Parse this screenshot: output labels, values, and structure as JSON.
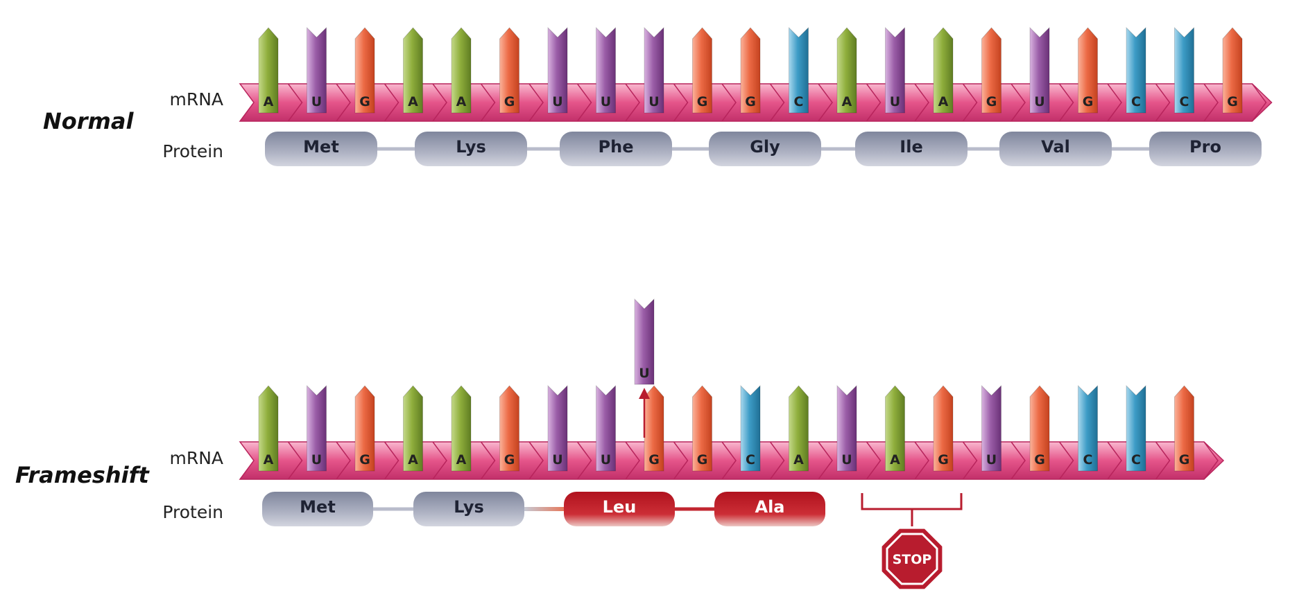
{
  "normal": {
    "title": "Normal",
    "mrna_label": "mRNA",
    "protein_label": "Protein",
    "bases": [
      "A",
      "U",
      "G",
      "A",
      "A",
      "G",
      "U",
      "U",
      "U",
      "G",
      "G",
      "C",
      "A",
      "U",
      "A",
      "G",
      "U",
      "G",
      "C",
      "C",
      "G"
    ],
    "amino_acids": [
      {
        "label": "Met",
        "status": "normal"
      },
      {
        "label": "Lys",
        "status": "normal"
      },
      {
        "label": "Phe",
        "status": "normal"
      },
      {
        "label": "Gly",
        "status": "normal"
      },
      {
        "label": "Ile",
        "status": "normal"
      },
      {
        "label": "Val",
        "status": "normal"
      },
      {
        "label": "Pro",
        "status": "normal"
      }
    ]
  },
  "frameshift": {
    "title": "Frameshift",
    "mrna_label": "mRNA",
    "protein_label": "Protein",
    "bases": [
      "A",
      "U",
      "G",
      "A",
      "A",
      "G",
      "U",
      "U",
      "G",
      "G",
      "C",
      "A",
      "U",
      "A",
      "G",
      "U",
      "G",
      "C",
      "C",
      "G"
    ],
    "inserted_base": "U",
    "amino_acids": [
      {
        "label": "Met",
        "status": "normal"
      },
      {
        "label": "Lys",
        "status": "normal"
      },
      {
        "label": "Leu",
        "status": "changed"
      },
      {
        "label": "Ala",
        "status": "changed"
      }
    ],
    "stop_label": "STOP"
  },
  "colors": {
    "A": "#9db84a",
    "U": "#9b5ea8",
    "G": "#ec6a45",
    "C": "#3d9cc6",
    "backbone": "#e5558a",
    "backbone_dark": "#b8245c",
    "protein_normal": "#a4a8ba",
    "protein_changed": "#c2262f",
    "stop": "#b81c2e"
  }
}
